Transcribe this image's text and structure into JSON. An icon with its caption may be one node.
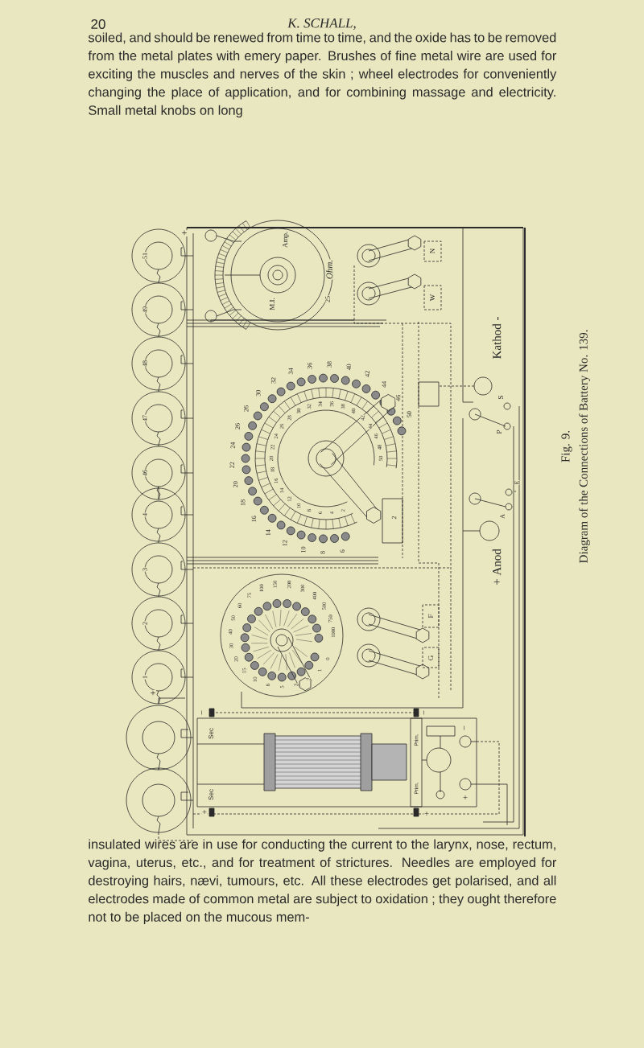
{
  "diagram": {
    "labels": [
      "20",
      "K. SCHALL,",
      "soiled, and should be renewed from time to time, and the oxide has to be removed from the metal plates with emery paper. Brushes of fine metal wire are used for exciting the muscles and nerves of the skin ; wheel electrodes for conveniently changing the place of application, and for combining massage and electricity. Small metal knobs on long",
      "51",
      "49",
      "48",
      "47",
      "46",
      "+",
      "4",
      "3",
      "2",
      "1",
      "+",
      "−",
      "Amp.",
      "M.I.",
      "25",
      "Ohm.",
      "N",
      "W",
      "Kathod -",
      "S",
      "P",
      "20",
      "18",
      "16",
      "14",
      "12",
      "10",
      "8",
      "6",
      "2",
      "22",
      "24",
      "26",
      "26",
      "30",
      "32",
      "34",
      "36",
      "38",
      "40",
      "42",
      "44",
      "46",
      "50",
      "20",
      "18",
      "16",
      "14",
      "12",
      "10",
      "8",
      "6",
      "4",
      "2",
      "22",
      "24",
      "26",
      "28",
      "30",
      "32",
      "34",
      "36",
      "38",
      "40",
      "42",
      "44",
      "46",
      "48",
      "50",
      "20",
      "15",
      "10",
      "8",
      "5",
      "3",
      "2",
      "1",
      "0",
      "30",
      "40",
      "50",
      "60",
      "75",
      "100",
      "150",
      "200",
      "300",
      "400",
      "500",
      "750",
      "1000",
      "E",
      "A",
      "+ Anod",
      "F",
      "G",
      "Sec",
      "Sec",
      "Prim.",
      "Prim.",
      "−",
      "−",
      "+",
      "+",
      "−",
      "+",
      "Fig. 9.",
      "Diagram of the Connections of Battery No. 139.",
      "insulated wires are in use for conducting the current to the larynx, nose, rectum, vagina, uterus, etc., and for treatment of strictures. Needles are employed for destroying hairs, nævi, tumours, etc. All these electrodes get polarised, and all electrodes made of common metal are subject to oxidation ; they ought therefore not to be placed on the mucous mem-"
    ]
  }
}
